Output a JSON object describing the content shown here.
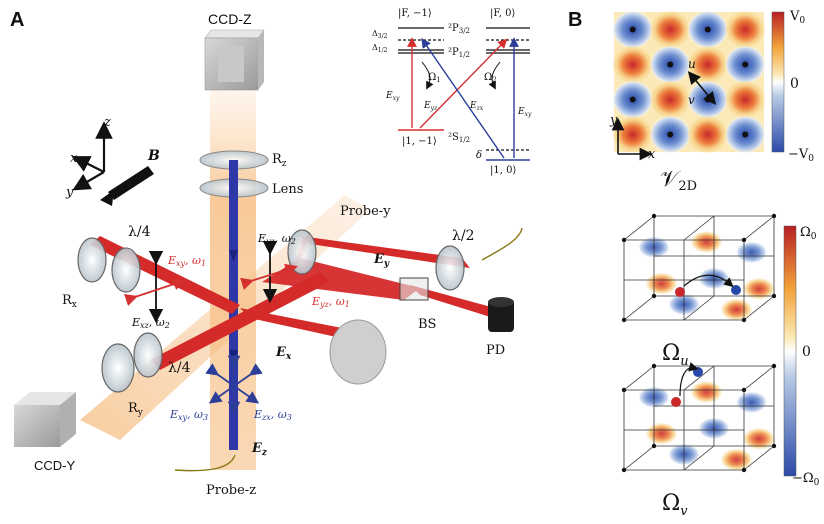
{
  "panel_a": {
    "letter": "A",
    "ccd_z": "CCD-Z",
    "ccd_y": "CCD-Y",
    "rz": "R",
    "rz_sub": "z",
    "lens": "Lens",
    "probe_y": "Probe-y",
    "probe_z": "Probe-z",
    "lambda2": "λ/2",
    "lambda4_top": "λ/4",
    "lambda4_bottom": "λ/4",
    "ey": "E",
    "ey_sub": "y",
    "ex": "E",
    "ex_sub": "x",
    "ez": "E",
    "ez_sub": "z",
    "bs": "BS",
    "pd": "PD",
    "rx": "R",
    "rx_sub": "x",
    "ry": "R",
    "ry_sub": "y",
    "axis_z": "z",
    "axis_x": "x",
    "axis_y": "y",
    "b_field": "B",
    "e_xy_w1": "E",
    "e_xy_w1_sub": "xy",
    "e_xy_w1_freq": ", ω",
    "e_xy_w1_fsub": "1",
    "e_yz_w2": "E",
    "e_yz_w2_sub": "yz",
    "e_yz_w2_freq": ", ω",
    "e_yz_w2_fsub": "2",
    "e_yz_w1": "E",
    "e_yz_w1_sub": "yz",
    "e_yz_w1_freq": ", ω",
    "e_yz_w1_fsub": "1",
    "e_xz_w2": "E",
    "e_xz_w2_sub": "xz",
    "e_xz_w2_freq": ", ω",
    "e_xz_w2_fsub": "2",
    "e_xy_w3": "E",
    "e_xy_w3_sub": "xy",
    "e_xy_w3_freq": ", ω",
    "e_xy_w3_fsub": "3",
    "e_zx_w3": "E",
    "e_zx_w3_sub": "zx",
    "e_zx_w3_freq": ", ω",
    "e_zx_w3_fsub": "3"
  },
  "level_diagram": {
    "f_minus1": "|F, −1⟩",
    "f_0": "|F, 0⟩",
    "p32": "²P",
    "p32_sub": "3/2",
    "p12": "²P",
    "p12_sub": "1/2",
    "s12": "²S",
    "s12_sub": "1/2",
    "delta32": "Δ",
    "delta32_sub": "3/2",
    "delta12": "Δ",
    "delta12_sub": "1/2",
    "omega1": "Ω",
    "omega1_sub": "1",
    "omega2": "Ω",
    "omega2_sub": "2",
    "exy_left": "E",
    "exy_left_sub": "xy",
    "eyz": "E",
    "eyz_sub": "yz",
    "ezx": "E",
    "ezx_sub": "zx",
    "exy_right": "E",
    "exy_right_sub": "xy",
    "ket_1m1": "|1, −1⟩",
    "ket_10": "|1, 0⟩",
    "delta_small": "δ"
  },
  "panel_b": {
    "letter": "B",
    "v2d": "𝒱",
    "v2d_sub": "2D",
    "u": "u",
    "v": "v",
    "axis_x": "x",
    "axis_y": "y",
    "cb1_max": "V",
    "cb1_max_sub": "0",
    "cb1_mid": "0",
    "cb1_min": "−V",
    "cb1_min_sub": "0",
    "omega_u": "Ω",
    "omega_u_sub": "u",
    "omega_v": "Ω",
    "omega_v_sub": "v",
    "cb2_max": "Ω",
    "cb2_max_sub": "0",
    "cb2_mid": "0",
    "cb2_min": "−Ω",
    "cb2_min_sub": "0"
  },
  "colors": {
    "red_beam": "#d52a2a",
    "blue_beam": "#2f37a8",
    "probe_glow": "#f6b878",
    "cmap_high": "#c8282a",
    "cmap_low": "#2748a8"
  }
}
